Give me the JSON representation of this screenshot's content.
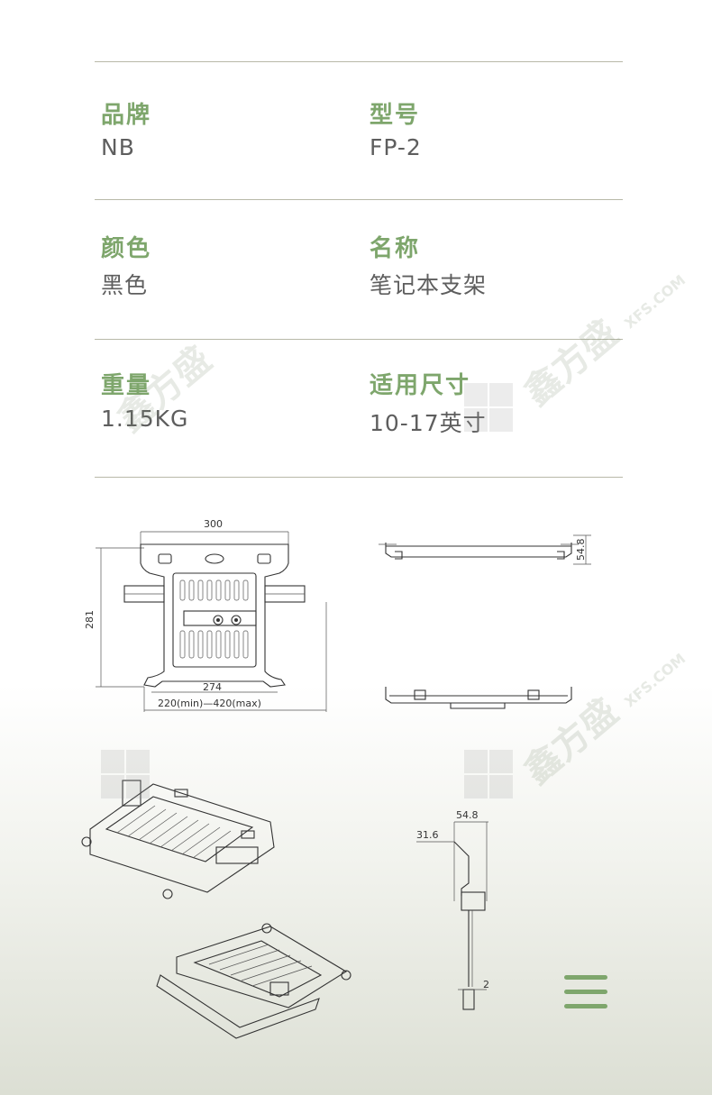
{
  "specs": [
    {
      "label": "品牌",
      "value": "NB"
    },
    {
      "label": "型号",
      "value": "FP-2"
    },
    {
      "label": "颜色",
      "value": "黑色"
    },
    {
      "label": "名称",
      "value": "笔记本支架"
    },
    {
      "label": "重量",
      "value": "1.15KG"
    },
    {
      "label": "适用尺寸",
      "value": "10-17英寸"
    }
  ],
  "dimensions": {
    "width_top": "300",
    "height": "281",
    "width_inner": "274",
    "width_range": "220(min)—420(max)",
    "side_height": "54.8",
    "profile_depth": "54.8",
    "profile_offset": "31.6",
    "profile_gap": "2"
  },
  "watermark": {
    "text": "鑫方盛",
    "domain": "XFS.COM"
  },
  "colors": {
    "accent": "#7ea66c",
    "text": "#5e5e5e",
    "rule": "#b8b9a8"
  },
  "menu_icon": "menu-icon"
}
